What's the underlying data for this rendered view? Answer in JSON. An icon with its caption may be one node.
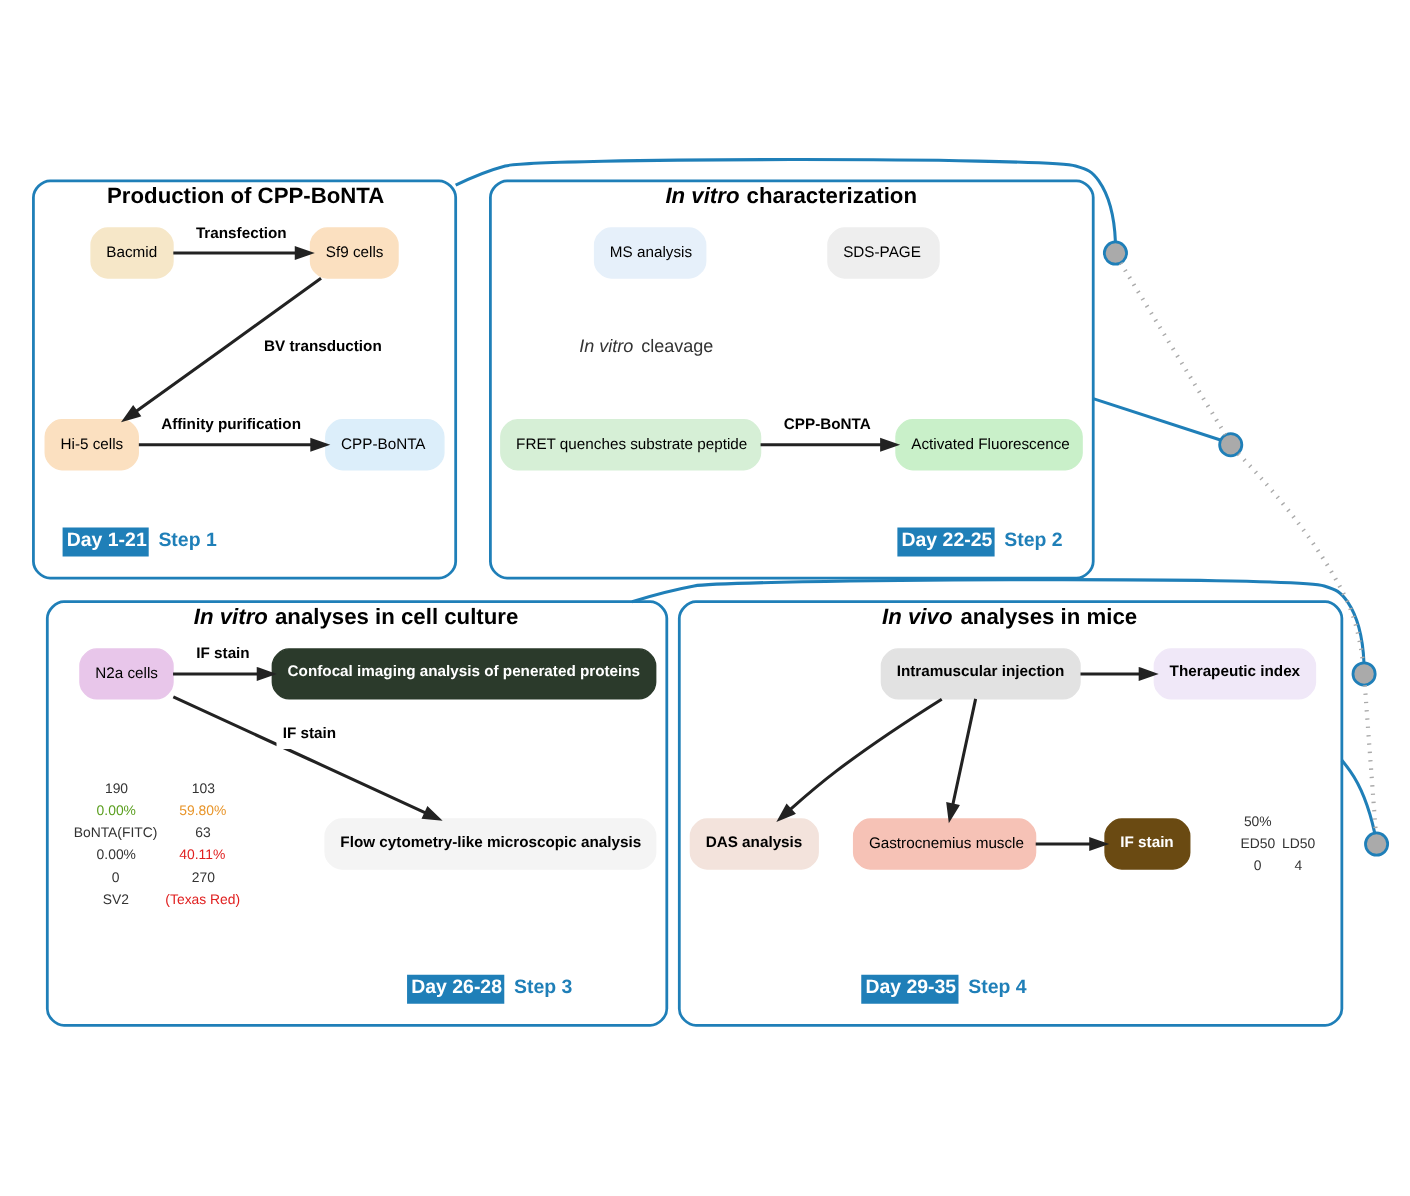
{
  "diagram": {
    "nodes": [
      {
        "text": [
          "Production of CPP-BoNTA"
        ],
        "beside": [
          "Day 1-21",
          "Step 1"
        ]
      },
      {
        "text": [
          "Bacmid"
        ],
        "in": 0
      },
      {
        "text": [
          "Sf9 cells"
        ],
        "in": 0
      },
      {
        "text": [
          "Hi-5 cells"
        ],
        "in": 0
      },
      {
        "text": [
          "CPP-BoNTA"
        ],
        "in": 0
      },
      {
        "text": [
          "*In vitro* characterization"
        ],
        "beside": [
          "Day 22-25",
          "Step 2"
        ]
      },
      {
        "text": [
          "SDS-PAGE"
        ],
        "in": 5
      },
      {
        "text": [
          "MS analysis"
        ],
        "in": 5
      },
      {
        "text": [
          "FRET quenches substrate peptide"
        ],
        "in": 5
      },
      {
        "text": [
          "Activated Fluorescence"
        ],
        "in": 5
      },
      {
        "text": [
          "*In vitro* analyses in cell culture"
        ],
        "beside": [
          "Day 26-28",
          "Step 3"
        ]
      },
      {
        "text": [
          "N2a cells"
        ],
        "in": 10
      },
      {
        "text": [
          "Confocal imaging analysis of penerated proteins"
        ],
        "in": 10
      },
      {
        "text": [
          "Flow cytometry-like microscopic analysis"
        ],
        "in": 10
      },
      {
        "text": [
          "*In vivo* analyses in mice"
        ],
        "beside": [
          "Day 29-35",
          "Step 4"
        ]
      },
      {
        "text": [
          "Intramuscular injection"
        ],
        "in": 14
      },
      {
        "text": [
          "Therapeutic index"
        ],
        "in": 14
      },
      {
        "text": [
          "DAS analysis"
        ],
        "in": 14
      },
      {
        "text": [
          "Gastrocnemius muscle"
        ],
        "in": 14
      },
      {
        "text": [
          "IF stain"
        ],
        "in": 14
      },
      {
        "text": [],
        "shape": "circle"
      },
      {
        "text": [],
        "shape": "circle"
      },
      {
        "text": [],
        "shape": "circle"
      },
      {
        "text": [],
        "shape": "circle"
      }
    ],
    "edges": [
      {
        "from": 1,
        "to": 2,
        "arrow": "to",
        "label": "Transfection"
      },
      {
        "from": 2,
        "to": 3,
        "arrow": "to",
        "label": "BV transduction"
      },
      {
        "from": 3,
        "to": 4,
        "arrow": "to",
        "label": "Affinity purification"
      },
      {
        "from": 8,
        "to": 9,
        "arrow": "to",
        "label": "CPP-BoNTA"
      },
      {
        "from": 11,
        "to": 12,
        "arrow": "to",
        "label": "IF stain"
      },
      {
        "from": 11,
        "to": 13,
        "arrow": "to",
        "label": "IF stain"
      },
      {
        "from": 15,
        "to": 16,
        "arrow": "to"
      },
      {
        "from": 15,
        "to": 17,
        "arrow": "to"
      },
      {
        "from": 15,
        "to": 18,
        "arrow": "to"
      },
      {
        "from": 18,
        "to": 19,
        "arrow": "to"
      },
      {
        "from": 0,
        "to": 20,
        "arrow": "none",
        "color": "#1f7fb8"
      },
      {
        "from": 5,
        "to": 21,
        "arrow": "none",
        "color": "#1f7fb8"
      },
      {
        "from": 10,
        "to": 22,
        "arrow": "none",
        "color": "#1f7fb8"
      },
      {
        "from": 14,
        "to": 23,
        "arrow": "none",
        "color": "#1f7fb8"
      },
      {
        "from": 20,
        "to": 21,
        "arrow": "none",
        "style": "dashed",
        "color": "#aaaaaa"
      },
      {
        "from": 21,
        "to": 22,
        "arrow": "none",
        "style": "dashed",
        "color": "#aaaaaa"
      },
      {
        "from": 22,
        "to": 23,
        "arrow": "none",
        "style": "dashed",
        "color": "#aaaaaa"
      }
    ],
    "labels": [
      "*In vitro* cleavage",
      "190",
      "103",
      "0.00%",
      "59.80%",
      "BoNTA(FITC)",
      "63",
      "0.00%",
      "40.11%",
      "0",
      "270",
      "SV2",
      "(Texas Red)",
      "50%",
      "ED50",
      "LD50",
      "0",
      "4"
    ]
  }
}
